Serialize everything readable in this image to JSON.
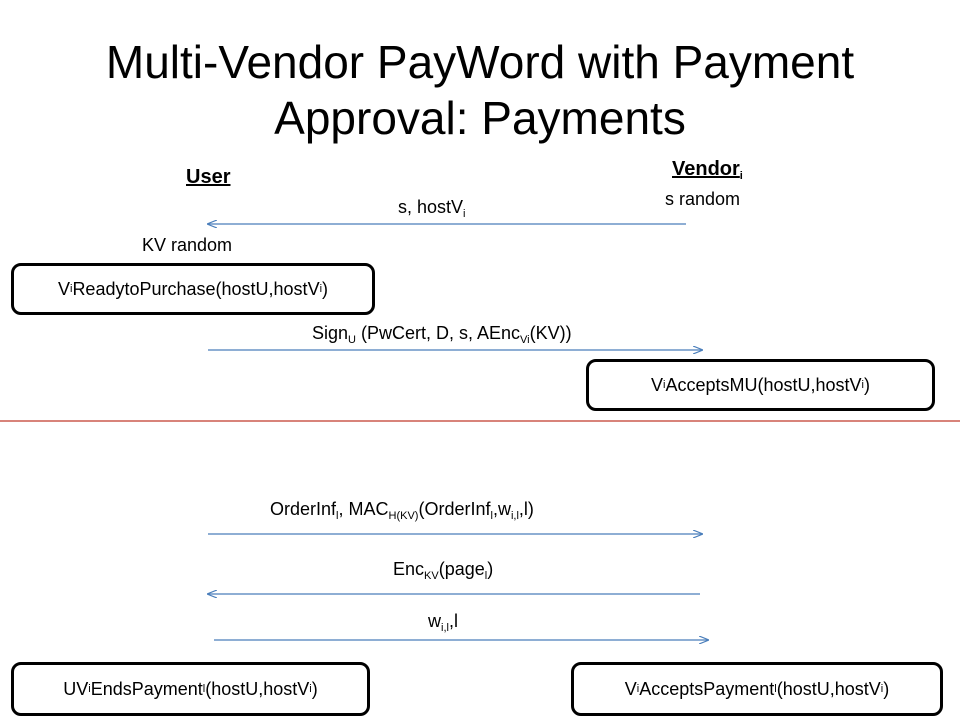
{
  "title_line1": "Multi-Vendor PayWord with Payment",
  "title_line2": "Approval:  Payments",
  "user_label": "User",
  "vendor_label": "Vendor",
  "vendor_sub": "i",
  "vendor_note": "s random",
  "user_note": "KV  random",
  "colors": {
    "arrow": "#4a7ebb",
    "divider": "#c0392b",
    "box_border": "#000000"
  },
  "messages": {
    "m1": {
      "a": "s, hostV",
      "a_sub": "i"
    },
    "m2": {
      "a": "Sign",
      "a_sub": "U",
      "b": " (PwCert, D, s, AEnc",
      "b_sub": "Vi",
      "c": "(KV))"
    },
    "m3": {
      "a": "OrderInf",
      "a_sub": "l",
      "b": ", MAC",
      "b_sub": "H(KV)",
      "c": "(OrderInf",
      "c_sub": "l",
      "d": ",w",
      "d_sub": "i,l",
      "e": ",l)"
    },
    "m4": {
      "a": "Enc",
      "a_sub": "KV",
      "b": "(page",
      "b_sub": "l",
      "c": ")"
    },
    "m5": {
      "a": "w",
      "a_sub": "i,l",
      "b": ",l"
    }
  },
  "boxes": {
    "ready": {
      "a": "V",
      "a_sub": "i",
      "b": "ReadytoPurchase(hostU,hostV",
      "b_sub": "i",
      "c": ")"
    },
    "accepts_mu": {
      "a": "V",
      "a_sub": "i",
      "b": "AcceptsMU(hostU,hostV",
      "b_sub": "i",
      "c": ")"
    },
    "ends_payment": {
      "a": "UV",
      "a_sub": "i",
      "b": "EndsPayment",
      "b_sub": "l",
      "c": "(hostU,hostV",
      "c_sub": "i",
      "d": ")"
    },
    "accepts_payment": {
      "a": "V",
      "a_sub": "i",
      "b": "AcceptsPayment",
      "b_sub": "l",
      "c": "(hostU,hostV",
      "c_sub": "i",
      "d": ")"
    }
  }
}
